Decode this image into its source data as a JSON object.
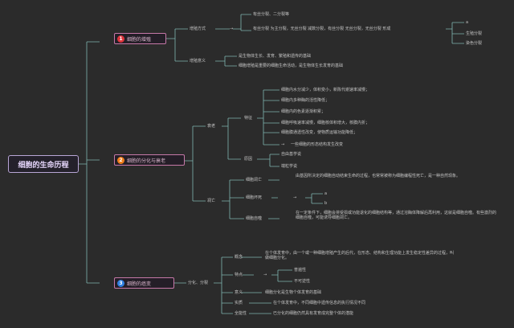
{
  "root": "细胞的生命历程",
  "colors": {
    "line": "#7fb5b0",
    "root_border": "#b8a5d6",
    "branch_border": "#c678a8",
    "badge1": "#e0343c",
    "badge2": "#ef7d1a",
    "badge3": "#2f7fe0"
  },
  "branches": [
    {
      "num": "1",
      "label": "细胞的增殖",
      "sub": [
        {
          "label": "增殖方式",
          "items": [
            "有丝分裂、二分裂等",
            {
              "text": "有丝分裂 为主分裂，无丝分裂 减数分裂，有丝分裂 无丝分裂，无丝分裂 形成",
              "children": [
                "a",
                "生殖分裂",
                "染色分裂"
              ]
            }
          ]
        },
        {
          "label": "增殖意义",
          "items": [
            "是生物体生长、发育、繁殖和遗传的基础",
            "细胞增殖是重要的细胞生命活动，是生物体生长发育的基础"
          ]
        }
      ]
    },
    {
      "num": "2",
      "label": "细胞的分化与衰老",
      "sub": [
        {
          "label": "衰老",
          "children": [
            {
              "label": "特征",
              "items": [
                "细胞内水分减少，体积变小，新陈代谢速率减慢；",
                "细胞内多种酶的活性降低；",
                "细胞内的色素逐渐积累；",
                "细胞呼吸速率减慢，细胞核体积增大，核膜内折；",
                "细胞膜通透性改变，使物质运输功能降低；",
                "一些细胞的形态结构发生改变"
              ],
              "marker": "→"
            },
            {
              "label": "原因",
              "items": [
                "自由基学说",
                "端粒学说"
              ]
            }
          ]
        },
        {
          "label": "凋亡",
          "children": [
            {
              "label": "细胞凋亡",
              "text": "由基因所决定的细胞自动结束生命的过程，也常常被称为细胞编程性死亡，是一种自然现象。"
            },
            {
              "label": "细胞坏死",
              "items": [
                "a",
                "b"
              ]
            },
            {
              "label": "细胞自噬",
              "text": "在一定条件下，细胞会将受损或功能退化的细胞结构等，通过溶酶体降解后再利用，这就是细胞自噬。有些激烈的细胞自噬，可能诱导细胞凋亡。"
            }
          ]
        }
      ]
    },
    {
      "num": "3",
      "label": "细胞的癌变",
      "sub": [
        {
          "label": "分化、分裂",
          "children": [
            {
              "label": "概念",
              "text": "在个体发育中，由一个或一种细胞增殖产生的后代，在形态、结构和生理功能上发生稳定性差异的过程，叫做细胞分化。"
            },
            {
              "label": "特点",
              "items": [
                "普遍性",
                "不可逆性"
              ]
            },
            {
              "label": "意义",
              "text": "细胞分化是生物个体发育的基础"
            },
            {
              "label": "实质",
              "text": "在个体发育中，不同细胞中遗传信息的执行情况不同"
            },
            {
              "label": "全能性",
              "text": "已分化的细胞仍然具有发育成完整个体的潜能"
            }
          ]
        }
      ]
    }
  ]
}
